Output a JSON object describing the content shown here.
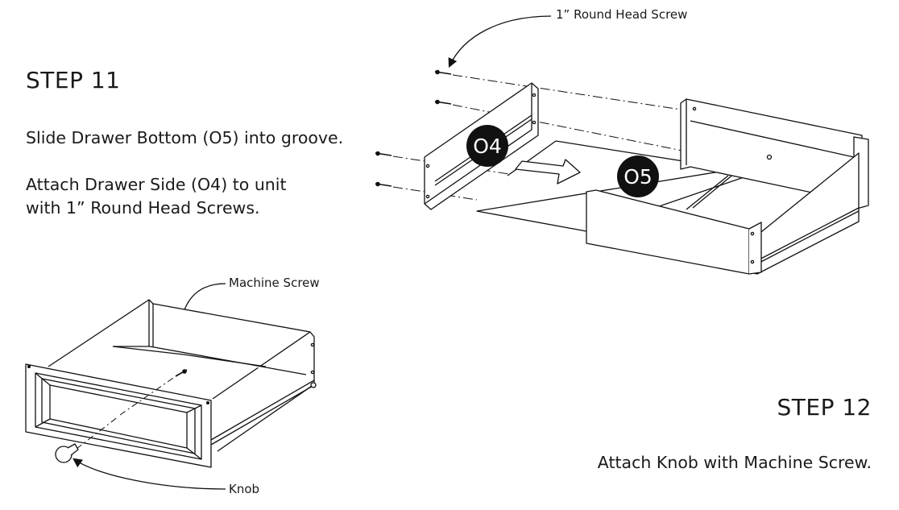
{
  "step11": {
    "title": "STEP 11",
    "line1": "Slide Drawer Bottom (O5) into groove.",
    "line2a": "Attach Drawer Side (O4) to unit",
    "line2b": "with 1” Round Head Screws.",
    "callout_screw": "1” Round Head Screw",
    "part_side": "O4",
    "part_bottom": "O5"
  },
  "step12": {
    "title": "STEP 12",
    "line1": "Attach Knob with Machine Screw.",
    "callout_machine": "Machine Screw",
    "callout_knob": "Knob"
  }
}
